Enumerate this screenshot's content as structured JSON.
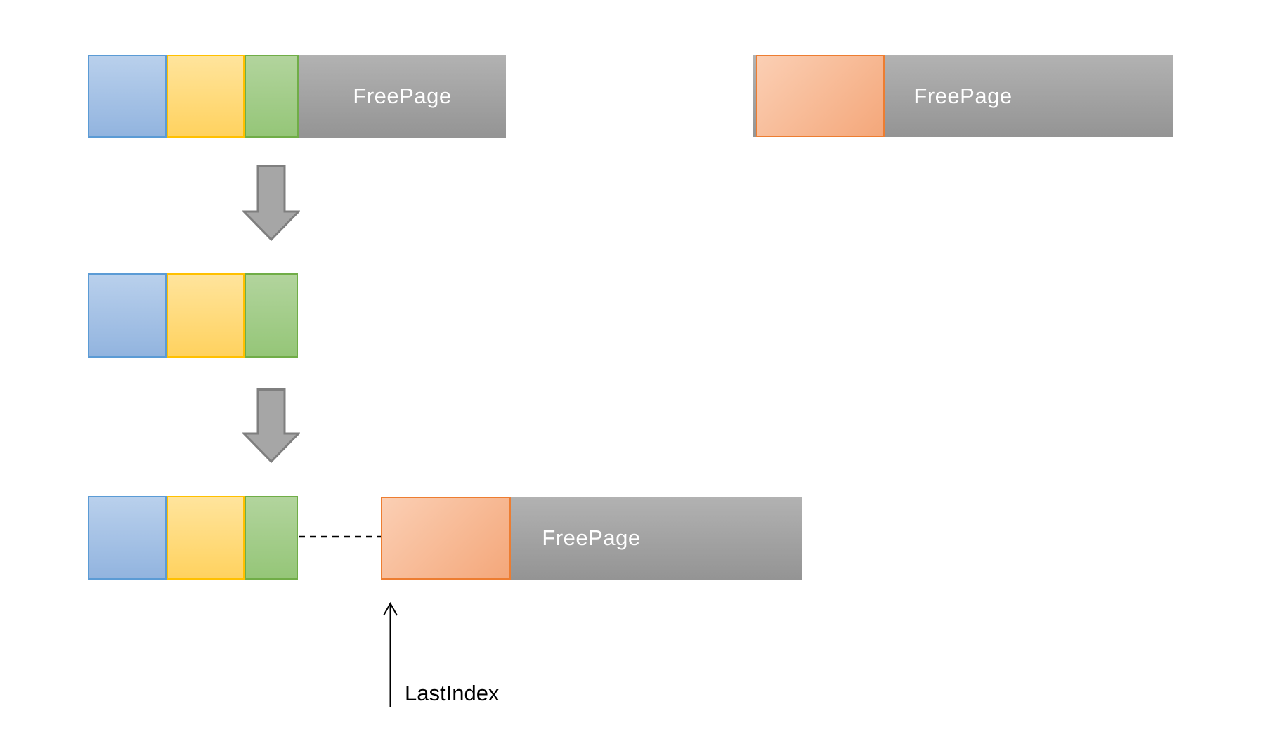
{
  "diagram": {
    "bars": {
      "top_left": {
        "description": "page list with three used pages followed by free space",
        "free_page_label": "FreePage"
      },
      "top_right": {
        "description": "free page bar with reclaimed (orange) page at front",
        "free_page_label": "FreePage"
      },
      "bottom": {
        "description": "compacted page list linked by dashed line to free page bar",
        "free_page_label": "FreePage"
      }
    },
    "last_index_label": "LastIndex"
  },
  "colors": {
    "blue_fill_top": "#B9D0EC",
    "blue_fill_bottom": "#92B4DF",
    "blue_border": "#5B9BD5",
    "yellow_fill_top": "#FFE49C",
    "yellow_fill_bottom": "#FFD25F",
    "yellow_border": "#FFC000",
    "green_fill_top": "#B2D49D",
    "green_fill_bottom": "#95C678",
    "green_border": "#70AD47",
    "orange_fill_top": "#FBCFB4",
    "orange_fill_bottom": "#F4A77A",
    "orange_border": "#ED7D31",
    "gray_fill_top": "#B2B2B2",
    "gray_fill_bottom": "#949494",
    "arrow_fill": "#A6A6A6",
    "arrow_border": "#7F7F7F",
    "freepage_text": "#FFFFFF",
    "line_color": "#000000"
  }
}
